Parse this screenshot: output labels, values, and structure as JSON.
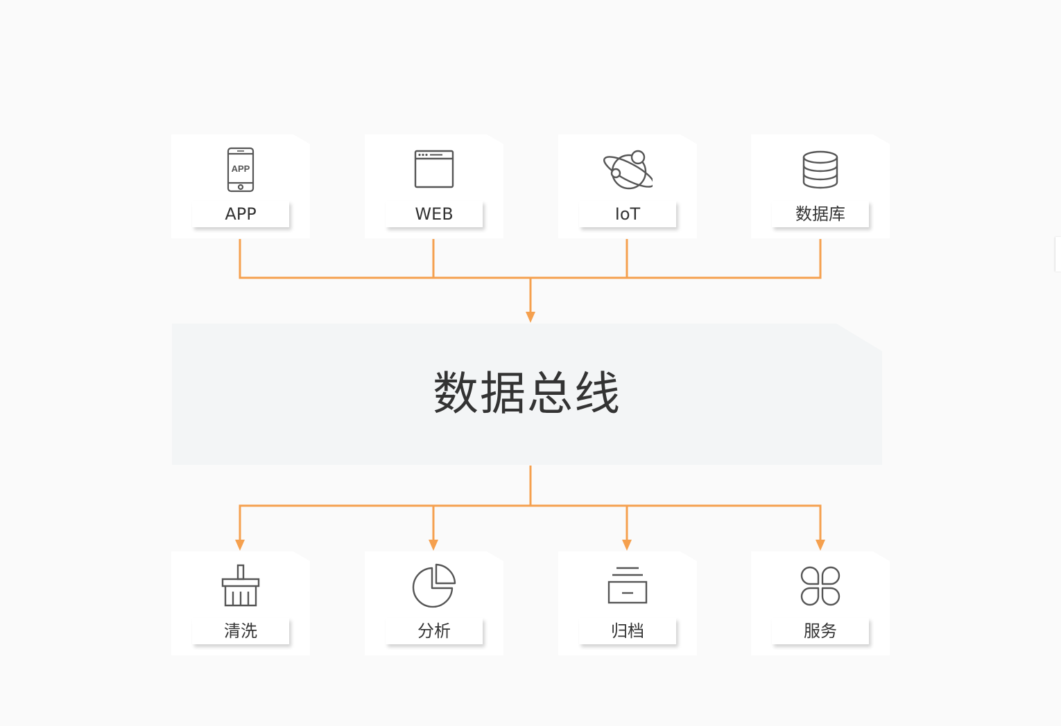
{
  "diagram": {
    "accent_color": "#f5a04e",
    "bus": {
      "label": "数据总线"
    },
    "sources": [
      {
        "label": "APP",
        "icon": "mobile-app-icon"
      },
      {
        "label": "WEB",
        "icon": "browser-window-icon"
      },
      {
        "label": "IoT",
        "icon": "planet-orbit-icon"
      },
      {
        "label": "数据库",
        "icon": "database-icon"
      }
    ],
    "targets": [
      {
        "label": "清洗",
        "icon": "broom-icon"
      },
      {
        "label": "分析",
        "icon": "pie-chart-icon"
      },
      {
        "label": "归档",
        "icon": "archive-box-icon"
      },
      {
        "label": "服务",
        "icon": "clover-grid-icon"
      }
    ],
    "app_icon_text": "APP"
  }
}
